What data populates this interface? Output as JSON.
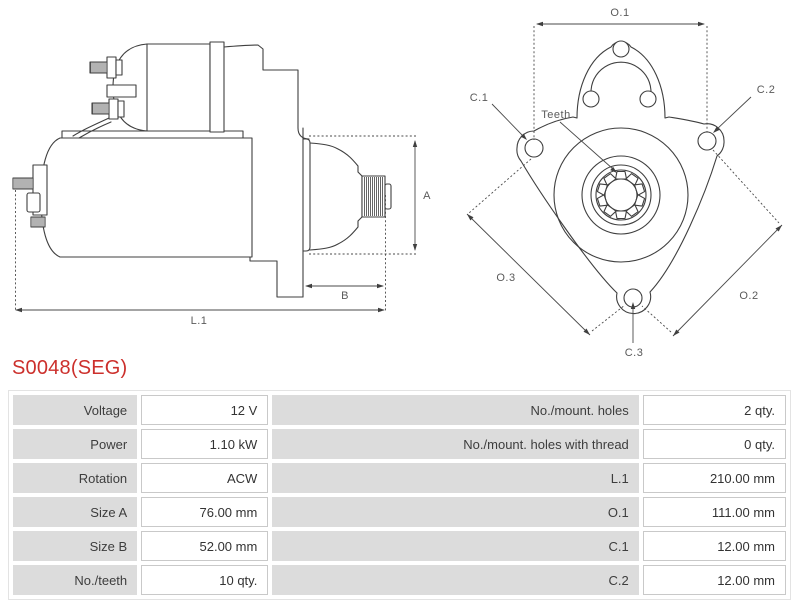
{
  "title": "S0048(SEG)",
  "colors": {
    "accent": "#cc302c",
    "label_cell_bg": "#dcdcdc",
    "value_cell_border": "#c9c9c9",
    "drawing_line": "#3f3f3f",
    "dimension_label": "#5a5a5a"
  },
  "diagram": {
    "side_view": {
      "description": "starter motor side elevation",
      "labels": {
        "a": "A",
        "b": "B",
        "l1": "L.1"
      }
    },
    "front_view": {
      "description": "mounting flange front elevation",
      "labels": {
        "o1": "O.1",
        "o2": "O.2",
        "o3": "O.3",
        "c1": "C.1",
        "c2": "C.2",
        "c3": "C.3",
        "teeth": "Teeth"
      }
    }
  },
  "spec_table": {
    "rows": [
      {
        "label_left": "Voltage",
        "value_left": "12 V",
        "label_right": "No./mount. holes",
        "value_right": "2 qty."
      },
      {
        "label_left": "Power",
        "value_left": "1.10 kW",
        "label_right": "No./mount. holes with thread",
        "value_right": "0 qty."
      },
      {
        "label_left": "Rotation",
        "value_left": "ACW",
        "label_right": "L.1",
        "value_right": "210.00 mm"
      },
      {
        "label_left": "Size A",
        "value_left": "76.00 mm",
        "label_right": "O.1",
        "value_right": "111.00 mm"
      },
      {
        "label_left": "Size B",
        "value_left": "52.00 mm",
        "label_right": "C.1",
        "value_right": "12.00 mm"
      },
      {
        "label_left": "No./teeth",
        "value_left": "10 qty.",
        "label_right": "C.2",
        "value_right": "12.00 mm"
      }
    ]
  }
}
